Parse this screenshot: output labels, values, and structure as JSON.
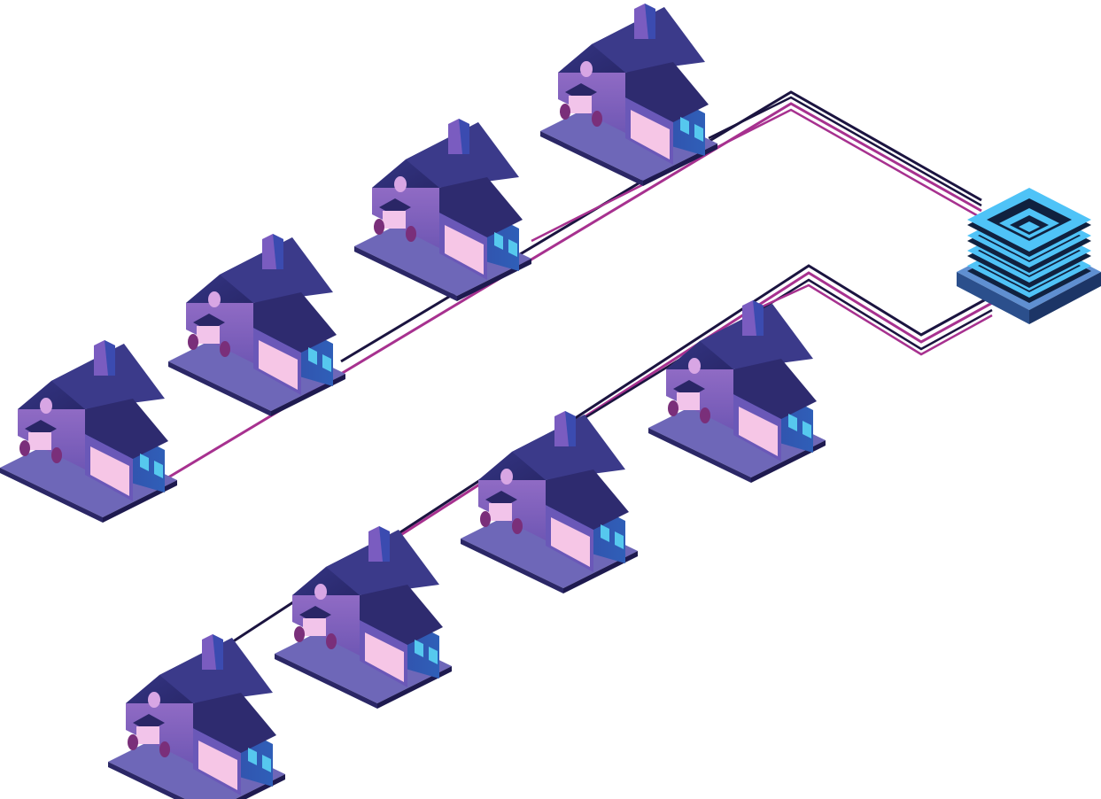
{
  "diagram": {
    "type": "network-topology",
    "hub": {
      "icon": "server-stack-icon",
      "layers": 4
    },
    "upper_branch": {
      "icon": "house-icon",
      "house_count": 4,
      "cable_colors": [
        "#1b1440",
        "#a7318f"
      ]
    },
    "lower_branch": {
      "icon": "house-icon",
      "house_count": 4,
      "cable_colors": [
        "#1b1440",
        "#a7318f"
      ]
    }
  },
  "colors": {
    "roof": "#2e2b6f",
    "roof_shade": "#3b3a8a",
    "wall_front": "#8c60b8",
    "wall_side": "#3f4ba8",
    "garage_door": "#f6c6e6",
    "window": "#56c8ee",
    "base": "#2b2766",
    "base_top": "#6e67b8",
    "hub_light": "#4fc3f7",
    "hub_dark": "#10213f",
    "hub_base": "#5f8fd1"
  }
}
